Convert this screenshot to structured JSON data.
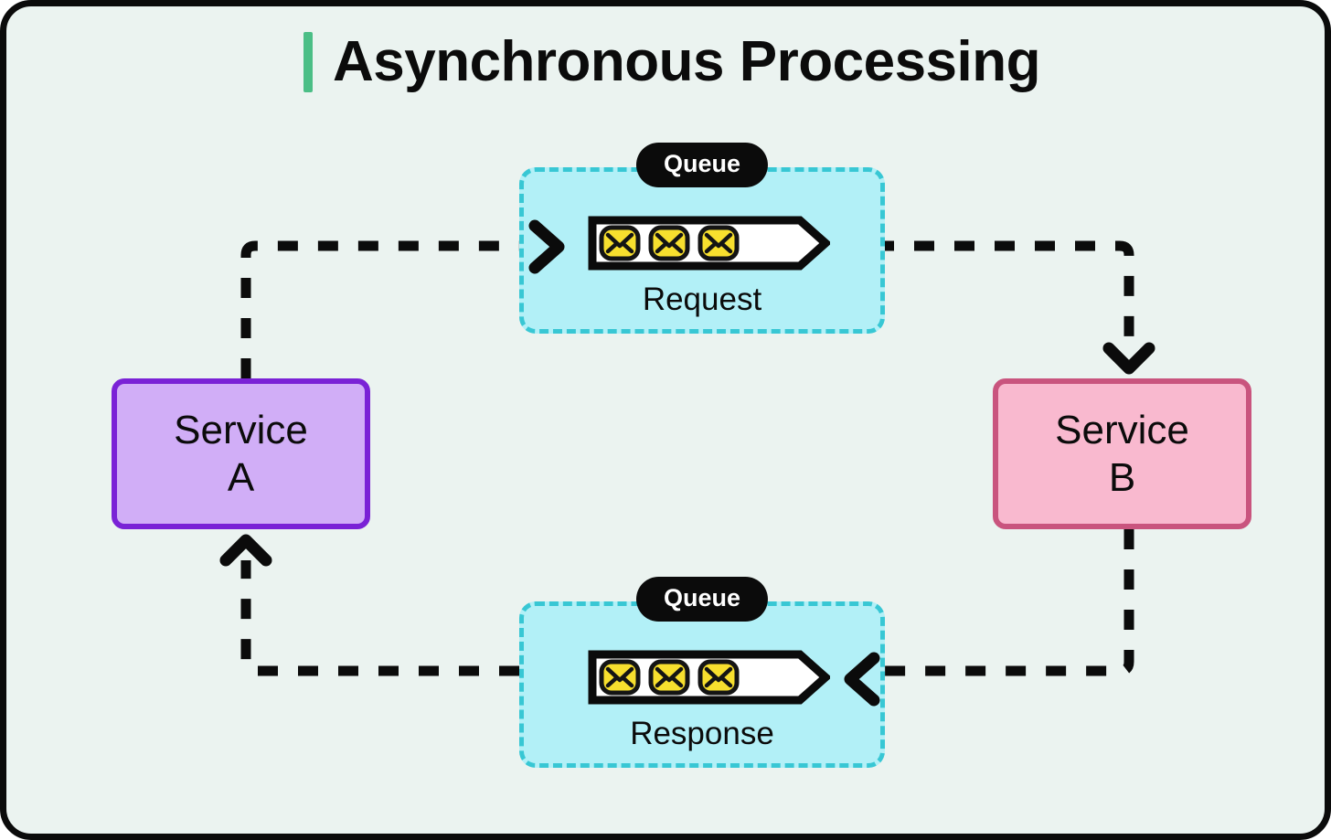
{
  "diagram": {
    "title": "Asynchronous Processing",
    "accent_color": "#4BBE86",
    "background_color": "#EBF3F0",
    "frame_color": "#0B0B0B"
  },
  "services": [
    {
      "id": "service-a",
      "name_line1": "Service",
      "name_line2": "A",
      "fill": "#D1AEF7",
      "stroke": "#7A22D6"
    },
    {
      "id": "service-b",
      "name_line1": "Service",
      "name_line2": "B",
      "fill": "#F9B9CF",
      "stroke": "#C9547E"
    }
  ],
  "queues": [
    {
      "id": "queue-request",
      "badge": "Queue",
      "label": "Request",
      "message_count": 3,
      "message_icon": "envelope-icon",
      "fill": "#B2F0F7",
      "stroke": "#38C7D4"
    },
    {
      "id": "queue-response",
      "badge": "Queue",
      "label": "Response",
      "message_count": 3,
      "message_icon": "envelope-icon",
      "fill": "#B2F0F7",
      "stroke": "#38C7D4"
    }
  ],
  "connectors": [
    {
      "id": "a-to-request",
      "from": "service-a",
      "to": "queue-request",
      "style": "dashed",
      "color": "#0B0B0B",
      "arrowhead": "chevron-right-icon"
    },
    {
      "id": "request-to-b",
      "from": "queue-request",
      "to": "service-b",
      "style": "dashed",
      "color": "#0B0B0B",
      "arrowhead": "chevron-down-icon"
    },
    {
      "id": "b-to-response",
      "from": "service-b",
      "to": "queue-response",
      "style": "dashed",
      "color": "#0B0B0B",
      "arrowhead": "chevron-left-icon"
    },
    {
      "id": "response-to-a",
      "from": "queue-response",
      "to": "service-a",
      "style": "dashed",
      "color": "#0B0B0B",
      "arrowhead": "chevron-up-icon"
    }
  ]
}
